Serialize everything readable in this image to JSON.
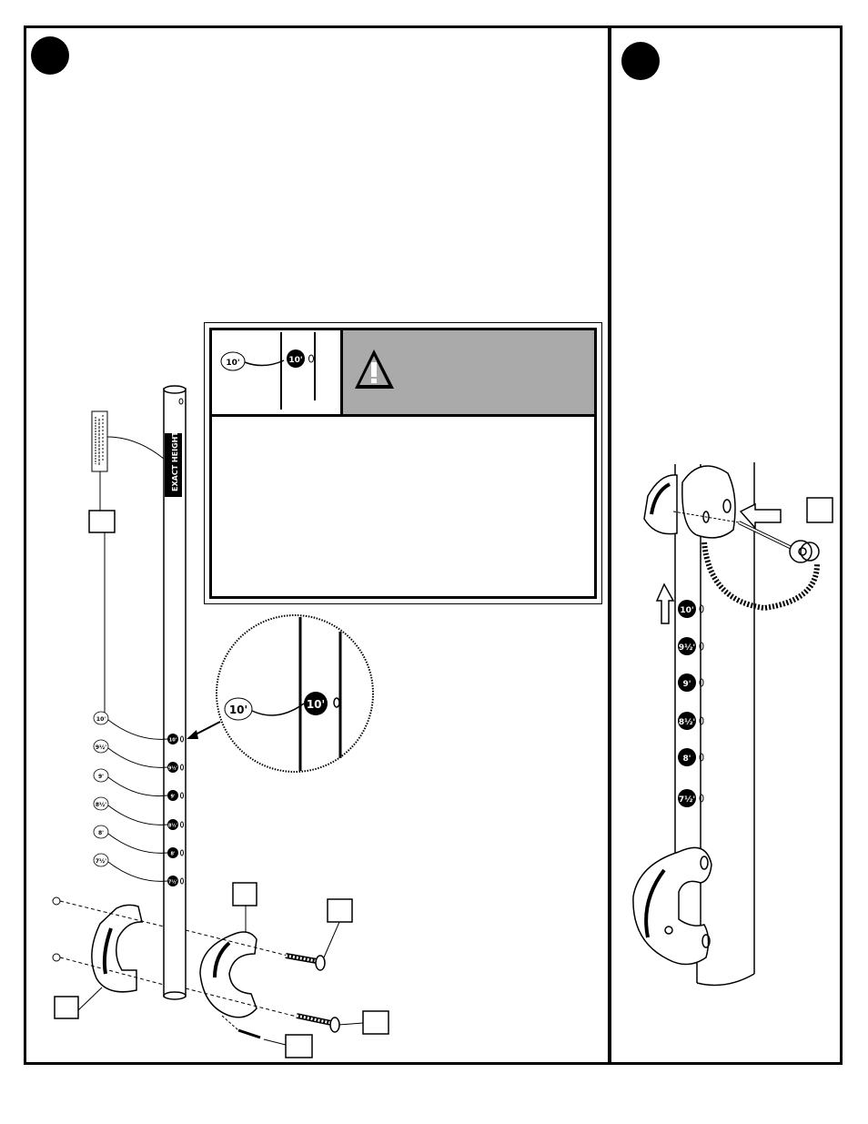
{
  "steps": [
    {
      "id": "step-a",
      "number": ""
    },
    {
      "id": "step-b",
      "number": ""
    }
  ],
  "warning": {
    "title": "",
    "body": "",
    "mini_label": "10'",
    "mini_tag": "10'"
  },
  "height_marks": [
    "10'",
    "9½'",
    "9'",
    "8½'",
    "8'",
    "7½'"
  ],
  "zoom": {
    "label": "10'",
    "tag": "10'"
  },
  "callouts": [
    "",
    "",
    "",
    "",
    "",
    "",
    ""
  ],
  "pole_text": "EXACT HEIGHT"
}
